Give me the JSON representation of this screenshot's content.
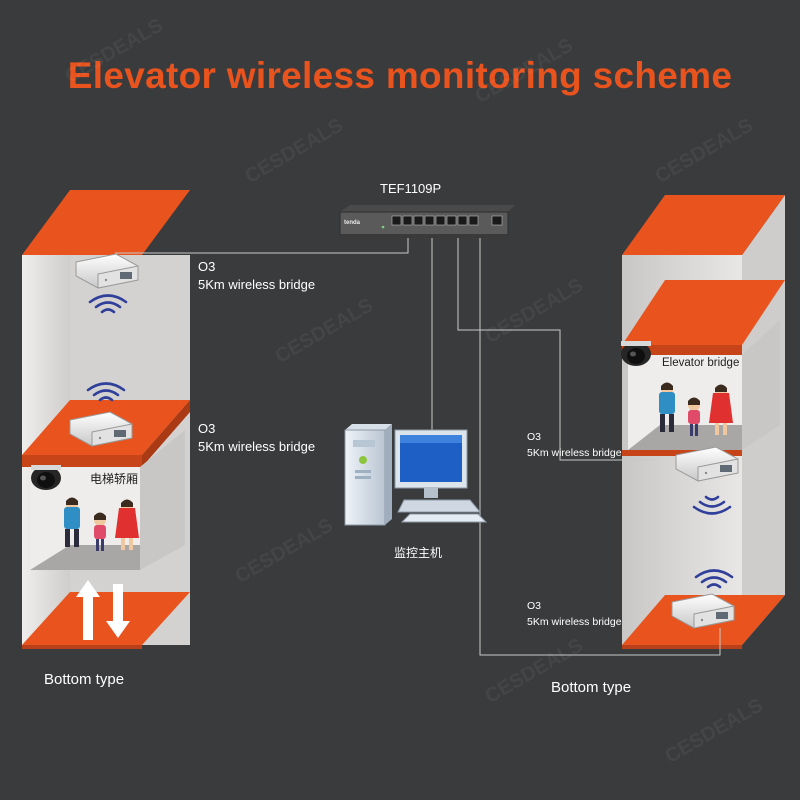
{
  "title": "Elevator wireless monitoring scheme",
  "switch": {
    "model": "TEF1109P",
    "brand": "tenda"
  },
  "host": {
    "label": "监控主机"
  },
  "watermark": "CESDEALS",
  "left_shaft": {
    "bridge_top": {
      "model": "O3",
      "desc": "5Km wireless bridge"
    },
    "bridge_car": {
      "model": "O3",
      "desc": "5Km wireless bridge"
    },
    "car_label": "电梯轿厢",
    "caption": "Bottom type"
  },
  "right_shaft": {
    "car_label": "Elevator bridge",
    "bridge_car": {
      "model": "O3",
      "desc": "5Km wireless bridge"
    },
    "bridge_bottom": {
      "model": "O3",
      "desc": "5Km wireless bridge"
    },
    "caption": "Bottom type"
  },
  "colors": {
    "accent": "#e8531e",
    "background": "#3a3b3d",
    "shaft_wall": "#d9d7d5",
    "cable": "#c8c8c8"
  }
}
